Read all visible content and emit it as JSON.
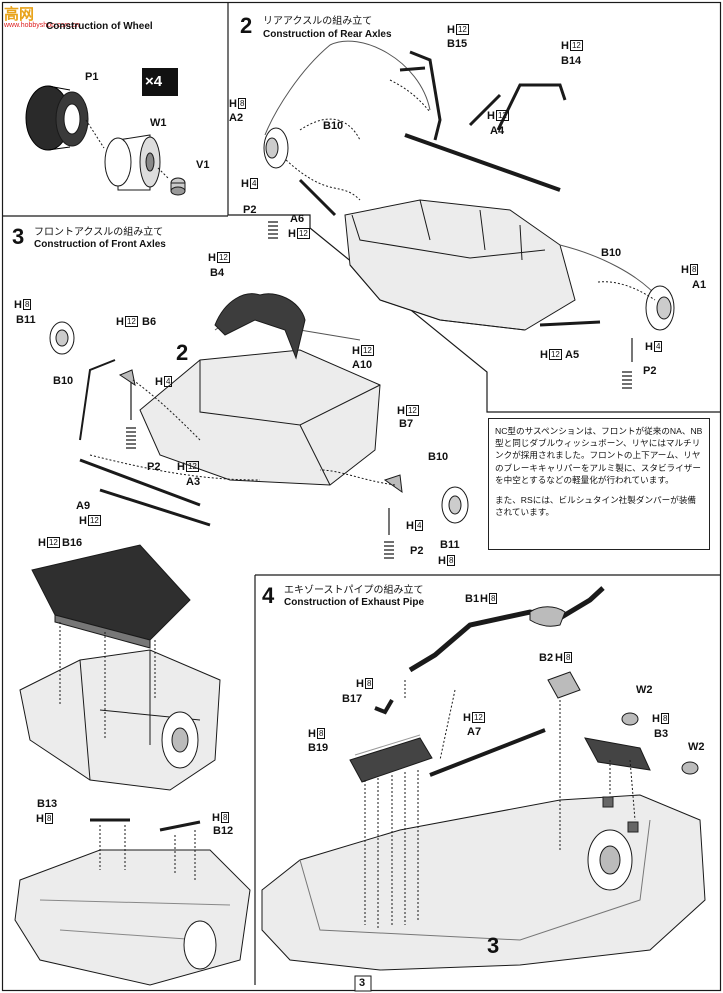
{
  "watermark": {
    "chars": "高网",
    "domain": "www.hobbyshop.com.cn"
  },
  "steps": {
    "s1": {
      "title_en": "Construction of Wheel",
      "x4": "×4"
    },
    "s2": {
      "num": "2",
      "title_jp": "リアアクスルの組み立て",
      "title_en": "Construction of Rear Axles"
    },
    "s3": {
      "num": "3",
      "title_jp": "フロントアクスルの組み立て",
      "title_en": "Construction of Front Axles"
    },
    "s4": {
      "num": "4",
      "title_jp": "エキゾーストパイプの組み立て",
      "title_en": "Construction of Exhaust Pipe"
    }
  },
  "parts": {
    "p1": "P1",
    "w1": "W1",
    "v1": "V1",
    "b15": "B15",
    "b14": "B14",
    "a2": "A2",
    "b10r": "B10",
    "a4": "A4",
    "a6": "A6",
    "p2r": "P2",
    "b10rr": "B10",
    "a1": "A1",
    "a5": "A5",
    "p2rr": "P2",
    "b4": "B4",
    "b11": "B11",
    "b6": "B6",
    "b10f": "B10",
    "a10": "A10",
    "p2f": "P2",
    "a3": "A3",
    "a9": "A9",
    "b7": "B7",
    "b10ff": "B10",
    "b11b": "B11",
    "p2fb": "P2",
    "b16": "B16",
    "b13": "B13",
    "b12": "B12",
    "b1": "B1",
    "b17": "B17",
    "b2": "B2",
    "w2a": "W2",
    "b3": "B3",
    "a7": "A7",
    "b19": "B19",
    "w2b": "W2"
  },
  "hbox": {
    "h8": "8",
    "h12": "12",
    "h4": "4"
  },
  "h_letter": "H",
  "refs": {
    "ref2": "2",
    "ref3": "3"
  },
  "note": {
    "para1": "NC型のサスペンションは、フロントが従来のNA、NB型と同じダブルウィッシュボーン、リヤにはマルチリンクが採用されました。フロントの上下アーム、リヤのブレーキキャリパーをアルミ製に、スタビライザーを中空とするなどの軽量化が行われています。",
    "para2": "また、RSには、ビルシュタイン社製ダンパーが装備されています。"
  },
  "page_number": "3"
}
